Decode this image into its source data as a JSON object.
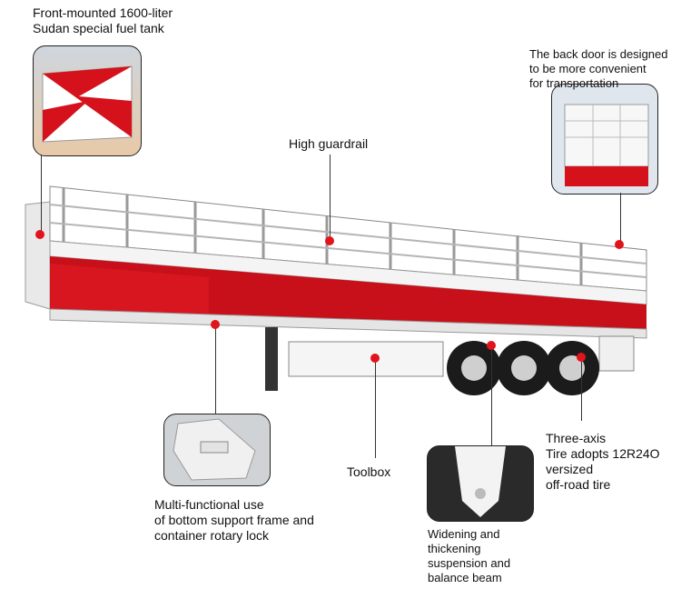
{
  "annotations": {
    "fuel_tank": "Front-mounted 1600-liter\nSudan special fuel tank",
    "back_door": "The back door is designed\n to be more convenient\nfor transportation",
    "guardrail": "High guardrail",
    "toolbox": "Toolbox",
    "axles": "Three-axis\nTire adopts 12R24O\nversized\noff-road tire",
    "support_frame": "Multi-functional use\nof bottom support frame and\ncontainer rotary lock",
    "suspension": "Widening and\nthickening\nsuspension and\nbalance beam"
  },
  "colors": {
    "accent_red": "#e1141b",
    "body_white": "#f2f2f2"
  }
}
